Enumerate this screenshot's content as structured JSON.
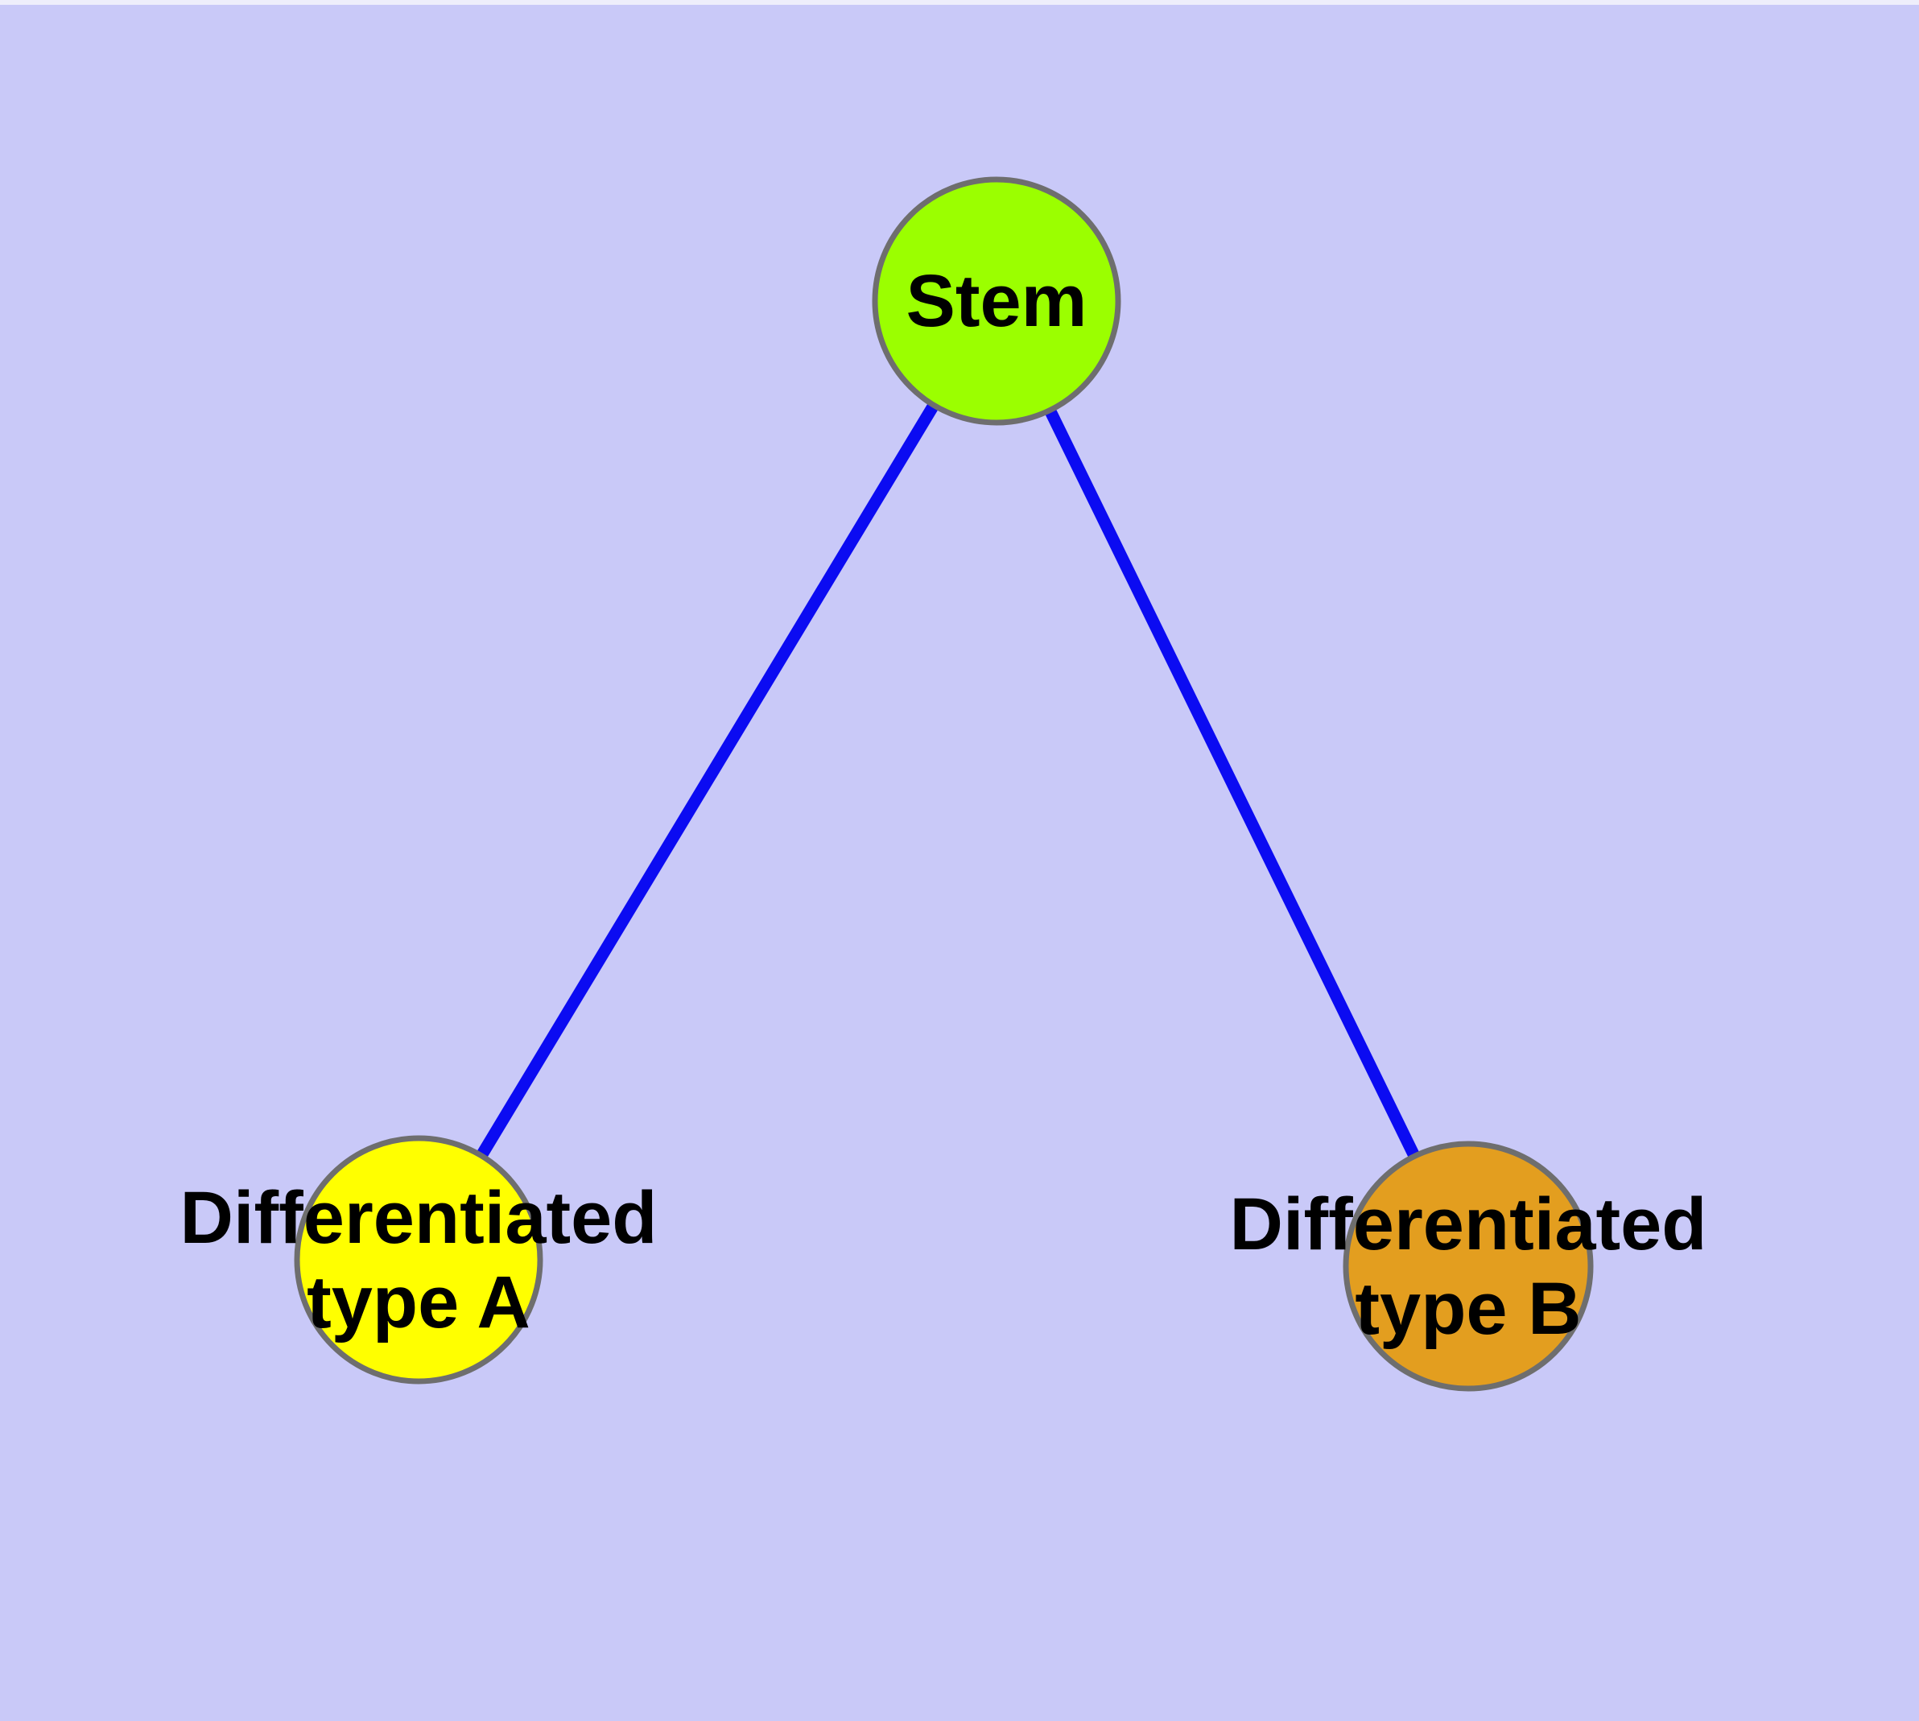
{
  "figure": {
    "description": "Stem cell differentiation graph diagram",
    "background_color": "#c9c9f8",
    "top_strip_color": "#eeeefb",
    "edge_color": "#0b0bf2",
    "node_border_color": "#6e6e6e",
    "text_color": "#000000",
    "nodes": [
      {
        "id": "stem",
        "label": "Stem",
        "line1": "Stem",
        "line2": "",
        "fill": "#9bff00"
      },
      {
        "id": "diff-a",
        "label": "Differentiated type A",
        "line1": "Differentiated",
        "line2": "type A",
        "fill": "#ffff00"
      },
      {
        "id": "diff-b",
        "label": "Differentiated type B",
        "line1": "Differentiated",
        "line2": "type B",
        "fill": "#e39e1f"
      }
    ],
    "edges": [
      {
        "from": "Stem",
        "to": "Differentiated type A"
      },
      {
        "from": "Stem",
        "to": "Differentiated type B"
      }
    ]
  }
}
